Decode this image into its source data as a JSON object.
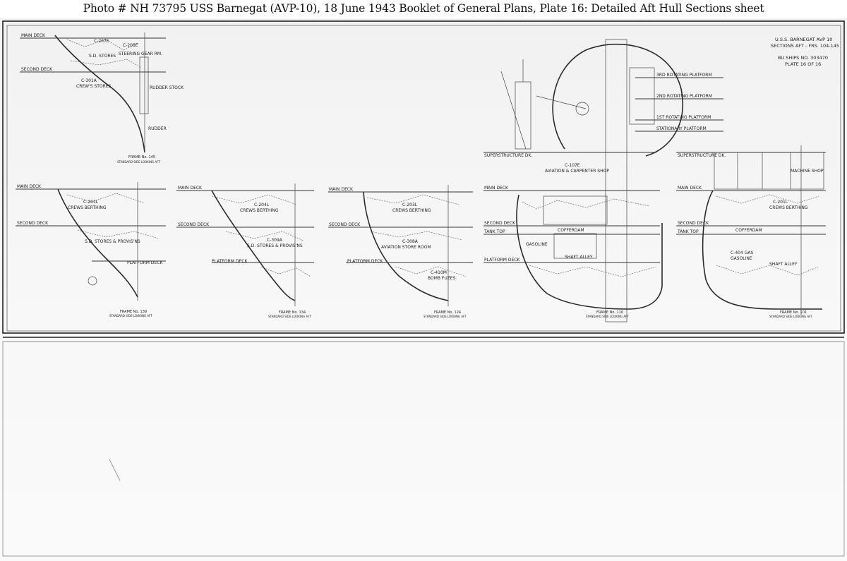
{
  "caption": "Photo #  NH 73795     USS Barnegat (AVP-10), 18 June 1943 Booklet of General Plans, Plate 16:  Detailed Aft Hull Sections sheet",
  "title_block": {
    "line1": "U.S.S. BARNEGAT  AVP 10",
    "line2": "SECTIONS AFT - FRS. 104-145",
    "line3": "BU SHIPS NO. 303470",
    "line4": "PLATE 16 OF 16"
  },
  "decks": {
    "main": "MAIN DECK",
    "second": "SECOND DECK",
    "platform": "PLATFORM DECK",
    "tank_top": "TANK TOP",
    "superstructure": "SUPERSTRUCTURE DK."
  },
  "platforms": {
    "p3": "3RD ROTATING PLATFORM",
    "p2": "2ND ROTATING PLATFORM",
    "p1": "1ST ROTATING PLATFORM",
    "stationary": "STATIONARY PLATFORM"
  },
  "compartments": {
    "c207e": "C-207E",
    "c205e": "C-205E",
    "sd_stores_top": "S.D. STORES",
    "steering_gear": "STEERING GEAR RM.",
    "c301a_top": "C-301A",
    "crews_stores": "CREW'S STORES",
    "rudder_stock": "RUDDER STOCK",
    "rudder": "RUDDER",
    "c201l": "C-201L",
    "crews_berthing_1": "CREWS BERTHING",
    "sd_stores_prov_1": "S.D. STORES & PROVIS'NS",
    "c204l": "C-204L",
    "crews_berthing_2": "CREWS BERTHING",
    "c309a": "C-309A",
    "sd_stores_prov_2": "S.D. STORES & PROVIS'NS",
    "c203l": "C-203L",
    "crews_berthing_3": "CREWS BERTHING",
    "c308a": "C-308A",
    "aviation_store_room": "AVIATION STORE ROOM",
    "c410m": "C-410M",
    "bomb_fuzes": "BOMB FUZES",
    "c107e": "C-107E",
    "aviation_carpenter": "AVIATION & CARPENTER SHOP",
    "gasoline_1": "GASOLINE",
    "shaft_alley_1": "SHAFT ALLEY",
    "c201l_right": "C-201L",
    "crews_berthing_4": "CREWS BERTHING",
    "cofferdam": "COFFERDAM",
    "c404gas": "C-404 GAS",
    "gasoline_2": "GASOLINE",
    "shaft_alley_2": "SHAFT ALLEY",
    "machine_shop": "MACHINE SHOP"
  },
  "frames": {
    "f145": "FRAME No. 145",
    "f139": "FRAME No. 139",
    "f134": "FRAME No. 134",
    "f124": "FRAME No. 124",
    "f110": "FRAME No. 110",
    "f101": "FRAME No. 101"
  },
  "frame_subtitle": "STANDARD SIDE LOOKING AFT"
}
